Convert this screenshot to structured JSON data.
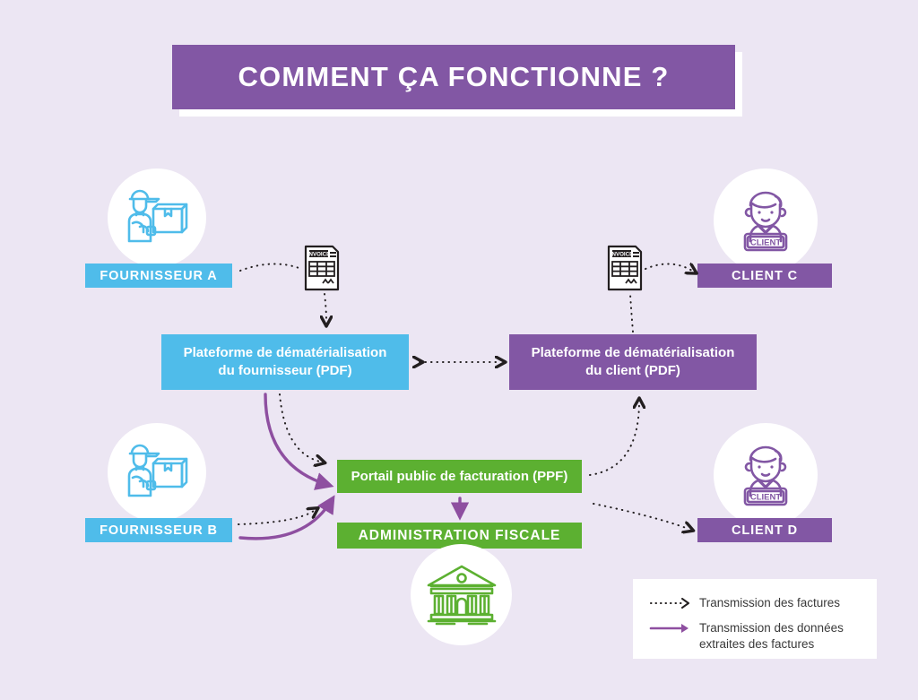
{
  "title": {
    "text": "COMMENT ÇA FONCTIONNE ?"
  },
  "colors": {
    "background": "#ece6f3",
    "blue": "#4fbcea",
    "purple": "#8257a4",
    "green": "#5cb031",
    "arrow_dotted": "#231f20",
    "arrow_solid": "#8e4fa0",
    "white": "#ffffff",
    "legend_text": "#3a3a3a"
  },
  "actors": {
    "fournisseur_a": {
      "label": "FOURNISSEUR A",
      "icon": "delivery-person-icon",
      "color": "blue"
    },
    "fournisseur_b": {
      "label": "FOURNISSEUR B",
      "icon": "delivery-person-icon",
      "color": "blue"
    },
    "client_c": {
      "label": "CLIENT C",
      "icon": "client-person-icon",
      "badge_text": "CLIENT",
      "color": "purple"
    },
    "client_d": {
      "label": "CLIENT D",
      "icon": "client-person-icon",
      "badge_text": "CLIENT",
      "color": "purple"
    }
  },
  "platforms": {
    "supplier": {
      "line1": "Plateforme de dématérialisation",
      "line2": "du fournisseur (PDF)"
    },
    "client": {
      "line1": "Plateforme de dématérialisation",
      "line2": "du client (PDF)"
    }
  },
  "government": {
    "ppf_label": "Portail public de facturation (PPF)",
    "admin_label": "ADMINISTRATION FISCALE",
    "icon": "government-building-icon"
  },
  "invoices": {
    "left": {
      "header": "INVOICE"
    },
    "right": {
      "header": "INVOICE"
    }
  },
  "legend": {
    "items": [
      {
        "arrow": "dotted-arrow-icon",
        "text": "Transmission des factures"
      },
      {
        "arrow": "solid-arrow-icon",
        "text": "Transmission des données extraites des factures"
      }
    ]
  }
}
